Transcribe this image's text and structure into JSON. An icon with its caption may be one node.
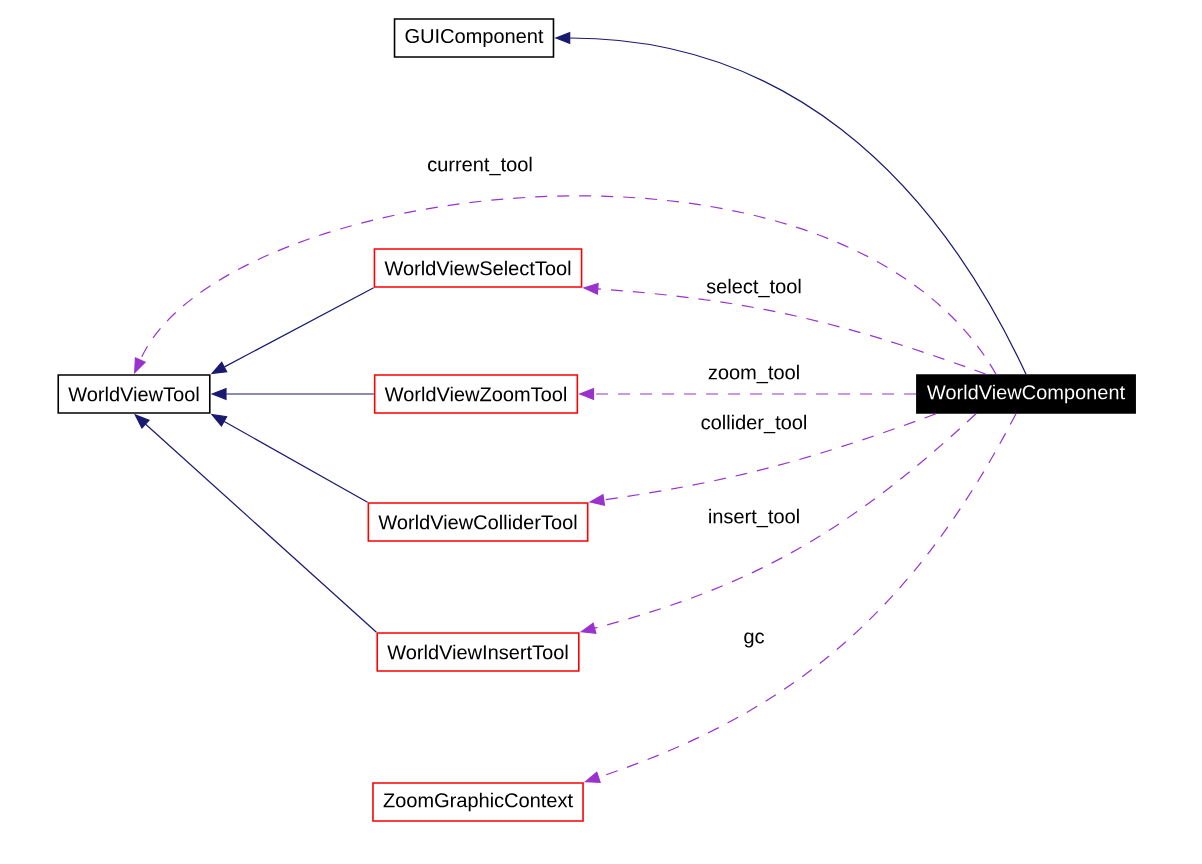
{
  "diagram": {
    "nodes": [
      {
        "text": [
          "GUIComponent"
        ]
      },
      {
        "text": [
          "WorldViewSelectTool"
        ]
      },
      {
        "text": [
          "WorldViewTool"
        ]
      },
      {
        "text": [
          "WorldViewZoomTool"
        ]
      },
      {
        "text": [
          "WorldViewComponent"
        ]
      },
      {
        "text": [
          "WorldViewColliderTool"
        ]
      },
      {
        "text": [
          "WorldViewInsertTool"
        ]
      },
      {
        "text": [
          "ZoomGraphicContext"
        ]
      }
    ],
    "edges": [
      {
        "from": 4,
        "to": 0,
        "arrow": "to",
        "color": "#191970"
      },
      {
        "from": 4,
        "to": 2,
        "arrow": "to",
        "label": "current_tool",
        "style": "dashed",
        "color": "#9a32cd"
      },
      {
        "from": 1,
        "to": 2,
        "arrow": "to",
        "color": "#191970"
      },
      {
        "from": 3,
        "to": 2,
        "arrow": "to",
        "color": "#191970"
      },
      {
        "from": 5,
        "to": 2,
        "arrow": "to",
        "color": "#191970"
      },
      {
        "from": 6,
        "to": 2,
        "arrow": "to",
        "color": "#191970"
      },
      {
        "from": 4,
        "to": 1,
        "arrow": "to",
        "label": "select_tool",
        "style": "dashed",
        "color": "#9a32cd"
      },
      {
        "from": 4,
        "to": 3,
        "arrow": "to",
        "label": "zoom_tool",
        "style": "dashed",
        "color": "#9a32cd"
      },
      {
        "from": 4,
        "to": 5,
        "arrow": "to",
        "label": "collider_tool",
        "style": "dashed",
        "color": "#9a32cd"
      },
      {
        "from": 4,
        "to": 6,
        "arrow": "to",
        "label": "insert_tool",
        "style": "dashed",
        "color": "#9a32cd"
      },
      {
        "from": 4,
        "to": 7,
        "arrow": "to",
        "label": "gc",
        "style": "dashed",
        "color": "#9a32cd"
      }
    ]
  }
}
